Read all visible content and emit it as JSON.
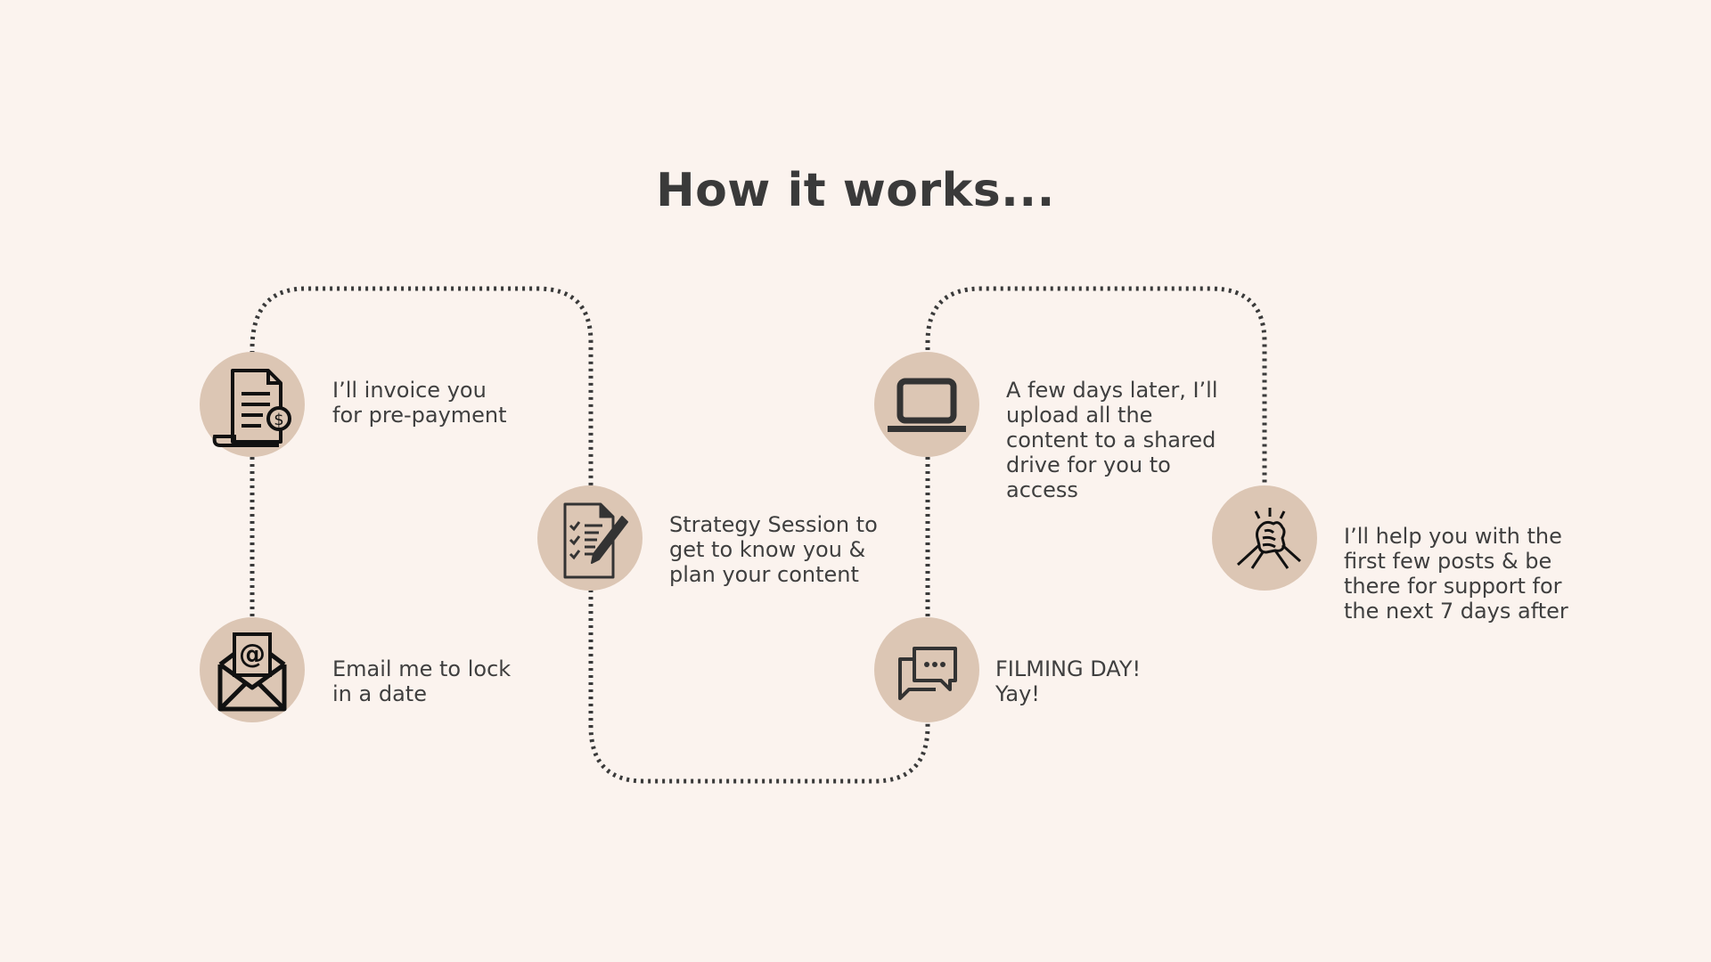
{
  "title": "How it works...",
  "steps": [
    {
      "id": "invoice",
      "icon": "invoice-icon",
      "lines": [
        "I’ll invoice you",
        "for pre-payment"
      ]
    },
    {
      "id": "email",
      "icon": "email-icon",
      "lines": [
        "Email me to lock",
        "in a date"
      ]
    },
    {
      "id": "strategy",
      "icon": "checklist-icon",
      "lines": [
        "Strategy Session to",
        "get to know you &",
        "plan your content"
      ]
    },
    {
      "id": "filming",
      "icon": "chat-icon",
      "lines": [
        "FILMING DAY!",
        "Yay!"
      ]
    },
    {
      "id": "upload",
      "icon": "laptop-icon",
      "lines": [
        "A few days later, I’ll",
        "upload all the",
        "content to a shared",
        "drive for you to",
        "access"
      ]
    },
    {
      "id": "support",
      "icon": "handshake-icon",
      "lines": [
        "I’ll help you with the",
        "first few posts & be",
        "there for support for",
        "the next 7 days after"
      ]
    }
  ],
  "colors": {
    "background": "#fbf3ee",
    "circle": "#dcc6b4",
    "text": "#3f3f3f",
    "path": "#3a3a3a"
  }
}
